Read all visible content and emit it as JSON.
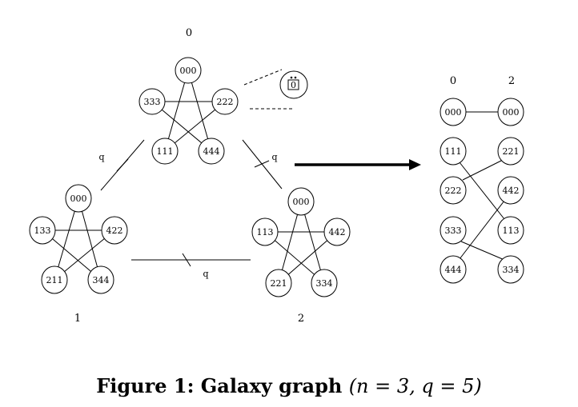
{
  "clusters": {
    "top": {
      "label": "0",
      "nodes": [
        "000",
        "333",
        "222",
        "111",
        "444"
      ]
    },
    "left": {
      "label": "1",
      "nodes": [
        "000",
        "133",
        "422",
        "211",
        "344"
      ]
    },
    "right": {
      "label": "2",
      "nodes": [
        "000",
        "113",
        "442",
        "221",
        "334"
      ]
    }
  },
  "edge_labels": {
    "top_left": "q",
    "top_right": "q",
    "bottom": "q"
  },
  "inset_label": "0",
  "matching": {
    "left_header": "0",
    "right_header": "2",
    "left_nodes": [
      "000",
      "111",
      "222",
      "333",
      "444"
    ],
    "right_nodes": [
      "000",
      "221",
      "442",
      "113",
      "334"
    ]
  },
  "caption": {
    "lead": "Figure 1:  Galaxy graph ",
    "formula": "(n = 3, q = 5)"
  }
}
